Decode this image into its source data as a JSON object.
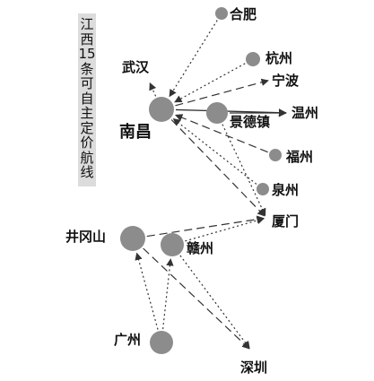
{
  "title": "江西15条可自主定价航线",
  "colors": {
    "node": "#8c8c8c",
    "arrow": "#333333",
    "title_bg": "#dcdcdc"
  },
  "cities": {
    "nanchang": "南昌",
    "jinggangshan": "井冈山",
    "ganzhou": "赣州",
    "jingdezhen": "景德镇",
    "hefei": "合肥",
    "wuhan": "武汉",
    "hangzhou": "杭州",
    "ningbo": "宁波",
    "wenzhou": "温州",
    "fuzhou": "福州",
    "quanzhou": "泉州",
    "xiamen": "厦门",
    "guangzhou": "广州",
    "shenzhen": "深圳"
  },
  "routes": [
    {
      "from": "合肥",
      "to": "南昌",
      "style": "dotted"
    },
    {
      "from": "南昌",
      "to": "武汉",
      "style": "dotted"
    },
    {
      "from": "杭州",
      "to": "南昌",
      "style": "dotted"
    },
    {
      "from": "南昌",
      "to": "宁波",
      "style": "dashed"
    },
    {
      "from": "南昌",
      "to": "温州",
      "style": "solid"
    },
    {
      "from": "景德镇",
      "to": "温州",
      "style": "solid"
    },
    {
      "from": "福州",
      "to": "南昌",
      "style": "dashed"
    },
    {
      "from": "泉州",
      "to": "南昌",
      "style": "dotted"
    },
    {
      "from": "南昌",
      "to": "厦门",
      "style": "dashed"
    },
    {
      "from": "景德镇",
      "to": "厦门",
      "style": "dotted"
    },
    {
      "from": "井冈山",
      "to": "厦门",
      "style": "dashed"
    },
    {
      "from": "赣州",
      "to": "厦门",
      "style": "dotted"
    },
    {
      "from": "广州",
      "to": "井冈山",
      "style": "dotted"
    },
    {
      "from": "井冈山",
      "to": "深圳",
      "style": "dashed"
    },
    {
      "from": "赣州",
      "to": "深圳",
      "style": "dotted"
    },
    {
      "from": "广州",
      "to": "赣州",
      "style": "dotted"
    }
  ]
}
